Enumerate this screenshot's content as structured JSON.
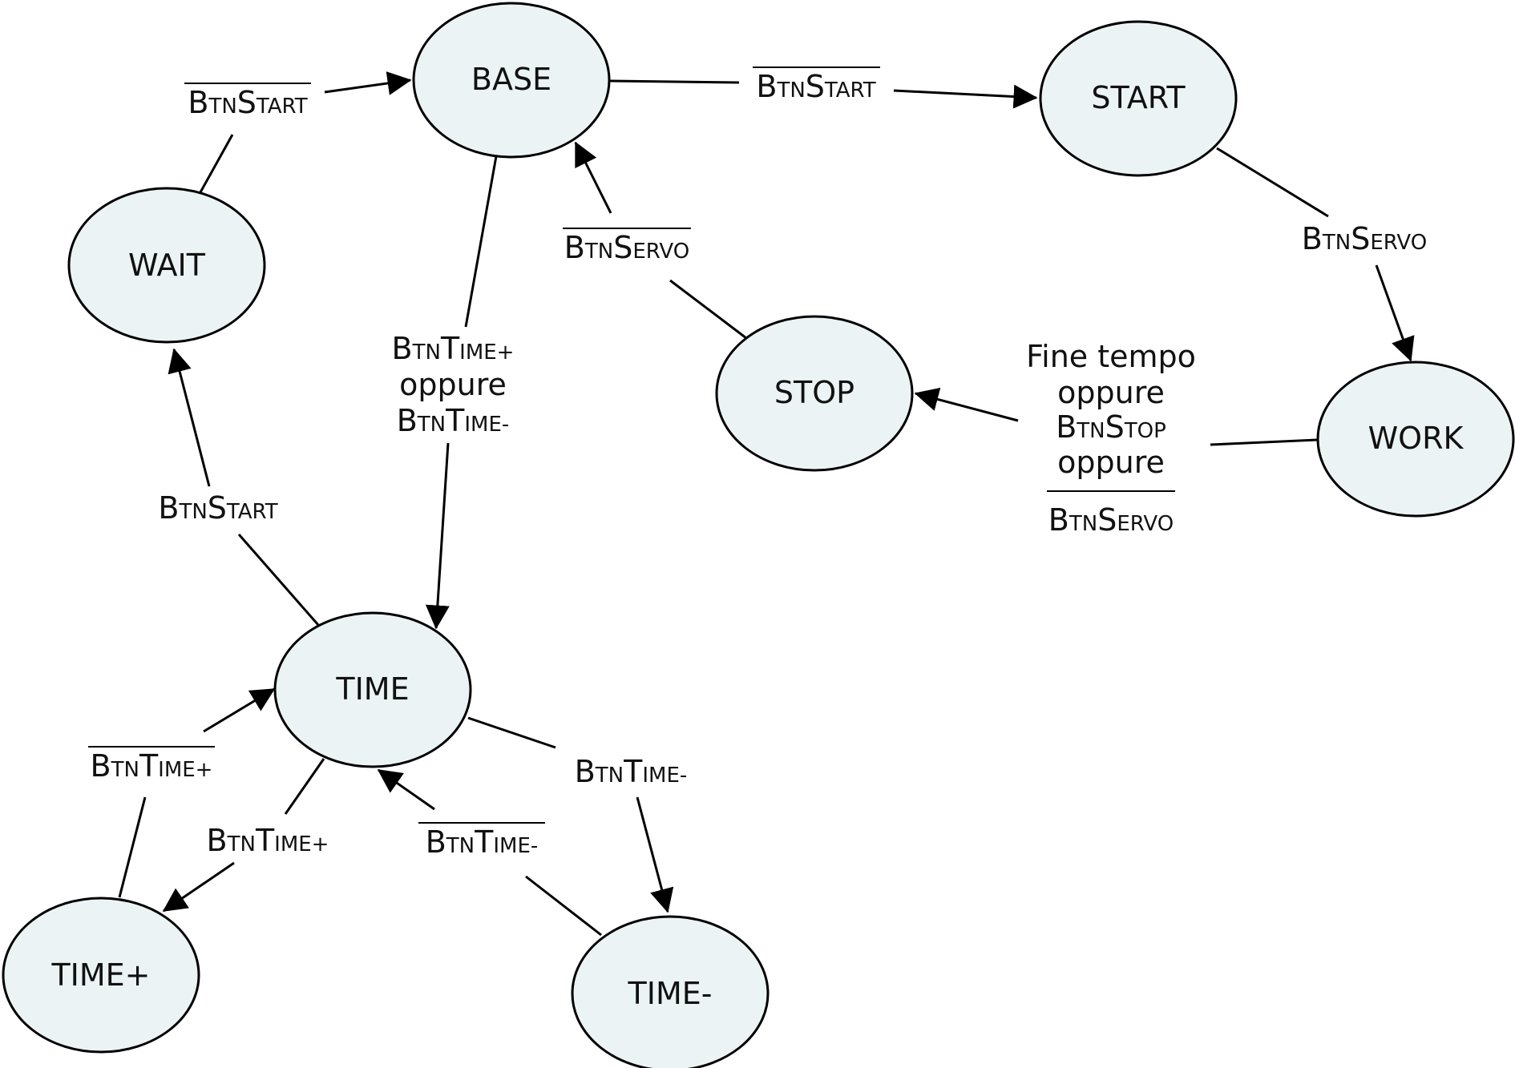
{
  "states": {
    "base": "BASE",
    "start": "START",
    "wait": "WAIT",
    "stop": "STOP",
    "work": "WORK",
    "time": "TIME",
    "time_plus": "TIME+",
    "time_minus": "TIME-"
  },
  "labels": {
    "wait_base": {
      "b": "B",
      "tn": "TN",
      "s": "S",
      "rest": "TART",
      "negated": true
    },
    "base_start": {
      "b": "B",
      "tn": "TN",
      "s": "S",
      "rest": "TART",
      "negated": true
    },
    "start_work": {
      "b": "B",
      "tn": "TN",
      "s": "S",
      "rest": "ERVO",
      "negated": false
    },
    "stop_base": {
      "b": "B",
      "tn": "TN",
      "s": "S",
      "rest": "ERVO",
      "negated": true
    },
    "base_time": {
      "line1": {
        "b": "B",
        "tn": "TN",
        "t": "T",
        "rest": "IME+"
      },
      "line2": "oppure",
      "line3": {
        "b": "B",
        "tn": "TN",
        "t": "T",
        "rest": "IME-"
      }
    },
    "work_stop": {
      "line1": "Fine tempo",
      "line2": "oppure",
      "line3": {
        "b": "B",
        "tn": "TN",
        "s": "S",
        "rest": "TOP"
      },
      "line4": "oppure",
      "line5": {
        "b": "B",
        "tn": "TN",
        "s": "S",
        "rest": "ERVO",
        "negated": true
      }
    },
    "time_wait": {
      "b": "B",
      "tn": "TN",
      "s": "S",
      "rest": "TART",
      "negated": false
    },
    "timeplus_time": {
      "b": "B",
      "tn": "TN",
      "t": "T",
      "rest": "IME+",
      "negated": true
    },
    "time_timeplus": {
      "b": "B",
      "tn": "TN",
      "t": "T",
      "rest": "IME+",
      "negated": false
    },
    "timeminus_time": {
      "b": "B",
      "tn": "TN",
      "t": "T",
      "rest": "IME-",
      "negated": true
    },
    "time_timeminus": {
      "b": "B",
      "tn": "TN",
      "t": "T",
      "rest": "IME-",
      "negated": false
    }
  }
}
